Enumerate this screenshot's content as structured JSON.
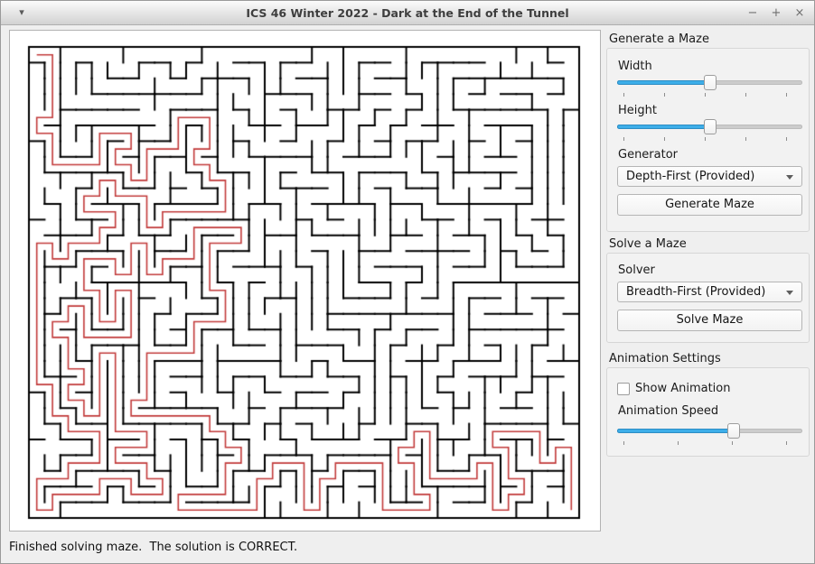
{
  "window": {
    "title": "ICS 46 Winter 2022 - Dark at the End of the Tunnel",
    "menu_icon": "▾",
    "controls": {
      "minimize": "−",
      "maximize": "+",
      "close": "×"
    }
  },
  "status": {
    "message": "Finished solving maze.  The solution is CORRECT."
  },
  "generate_section": {
    "header": "Generate a Maze",
    "width_label": "Width",
    "height_label": "Height",
    "generator_label": "Generator",
    "generator_value": "Depth-First (Provided)",
    "generate_button": "Generate Maze",
    "width_slider": {
      "percent": 50,
      "ticks": 5
    },
    "height_slider": {
      "percent": 50,
      "ticks": 5
    }
  },
  "solve_section": {
    "header": "Solve a Maze",
    "solver_label": "Solver",
    "solver_value": "Breadth-First (Provided)",
    "solve_button": "Solve Maze"
  },
  "animation_section": {
    "header": "Animation Settings",
    "show_animation_label": "Show Animation",
    "show_animation_checked": false,
    "speed_label": "Animation Speed",
    "speed_slider": {
      "percent": 64,
      "ticks": 4
    }
  },
  "maze": {
    "columns": 35,
    "rows": 30,
    "wall_color": "#000000",
    "solution_color": "#c23a3a",
    "lattice_dot_color": "rgba(0,0,0,0.13)",
    "start": "top-left",
    "end": "bottom-right",
    "solved": true,
    "render_seed": 461337
  },
  "colors": {
    "slider_accent": "#3daee9"
  }
}
